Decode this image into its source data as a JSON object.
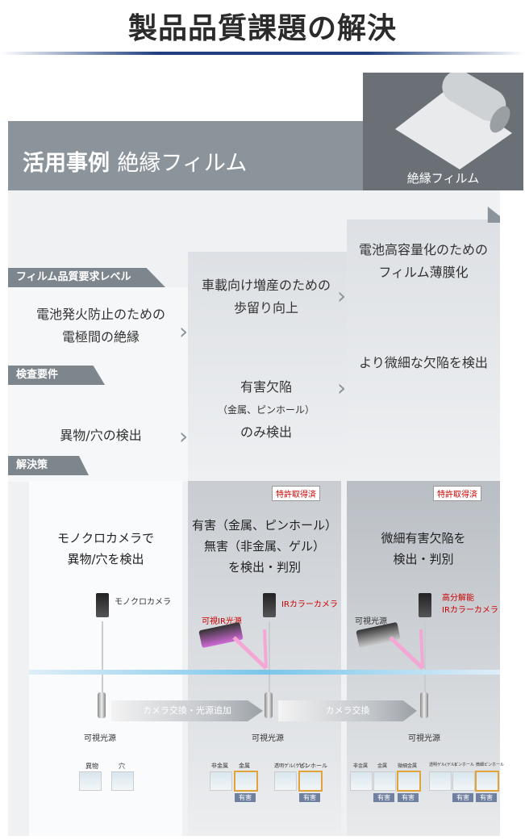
{
  "header": {
    "title": "製品品質課題の解決"
  },
  "band": {
    "title": "活用事例",
    "subtitle": "絶縁フィルム"
  },
  "film": {
    "label": "絶縁フィルム"
  },
  "tags": {
    "level": "フィルム品質要求レベル",
    "inspection": "検査要件",
    "solution": "解決策"
  },
  "levels": {
    "l1": [
      "電池発火防止のための",
      "電極間の絶縁"
    ],
    "l2": [
      "車載向け増産のための",
      "歩留り向上"
    ],
    "l3": [
      "電池高容量化のための",
      "フィルム薄膜化"
    ]
  },
  "inspect": {
    "i1": "異物/穴の検出",
    "i2a": "有害欠陥",
    "i2b": "（金属、ピンホール）",
    "i2c": "のみ検出",
    "i3": "より微細な欠陥を検出"
  },
  "solutions": {
    "s1": [
      "モノクロカメラで",
      "異物/穴を検出"
    ],
    "s2": [
      "有害（金属、ピンホール）",
      "無害（非金属、ゲル）",
      "を検出・判別"
    ],
    "s3": [
      "微細有害欠陥を",
      "検出・判別"
    ],
    "badge": "特許取得済"
  },
  "devices": {
    "mono_camera": "モノクロカメラ",
    "ir_camera": "IRカラーカメラ",
    "hires_ir_camera": [
      "高分解能",
      "IRカラーカメラ"
    ],
    "vis_ir_light": "可視IR光源",
    "vis_light": "可視光源",
    "vis_light_bottom": "可視光源"
  },
  "arrows": {
    "a1": "カメラ交換・光源追加",
    "a2": "カメラ交換"
  },
  "thumbs": {
    "c1": [
      "異物",
      "穴"
    ],
    "c2": [
      "非金属",
      "金属",
      "透明ゲル(ゲル)",
      "ピンホール"
    ],
    "c3": [
      "非金属",
      "金属",
      "微細金属",
      "透明ゲル(ゲル)",
      "ピンホール",
      "微細ピンホール"
    ],
    "harm": "有害"
  }
}
